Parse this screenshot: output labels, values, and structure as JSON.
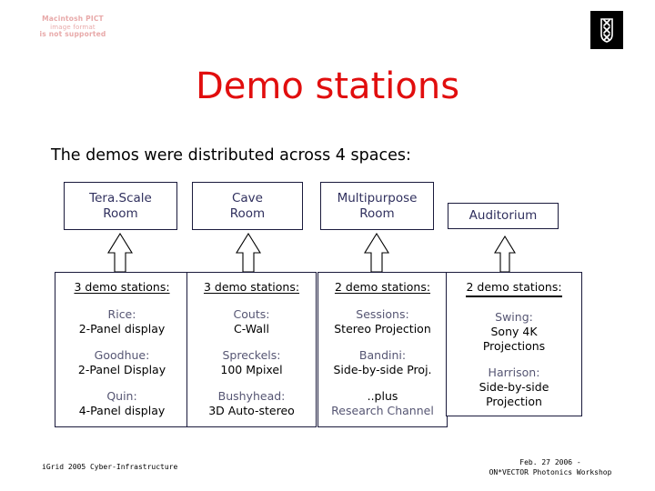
{
  "slide": {
    "title": "Demo stations",
    "title_color": "#e10e0e",
    "intro": "The demos were distributed across 4 spaces:",
    "background": "#ffffff"
  },
  "placeholder": {
    "line1": "Macintosh PICT",
    "line2": "image format",
    "line3": "is not supported",
    "color": "#e8a9a9"
  },
  "logo": {
    "name": "university-of-amsterdam-logo",
    "background": "#000000",
    "mark_color": "#ffffff"
  },
  "rooms": [
    {
      "line1": "Tera.Scale",
      "line2": "Room"
    },
    {
      "line1": "Cave",
      "line2": "Room"
    },
    {
      "line1": "Multipurpose",
      "line2": "Room"
    },
    {
      "line1": "Auditorium",
      "line2": ""
    }
  ],
  "columns": [
    {
      "header": "3 demo stations:",
      "stations": [
        {
          "name": "Rice:",
          "desc": "2-Panel display"
        },
        {
          "name": "Goodhue:",
          "desc": "2-Panel Display"
        },
        {
          "name": "Quin:",
          "desc": "4-Panel display"
        }
      ]
    },
    {
      "header": "3 demo stations:",
      "stations": [
        {
          "name": "Couts:",
          "desc": "C-Wall"
        },
        {
          "name": "Spreckels:",
          "desc": "100 Mpixel"
        },
        {
          "name": "Bushyhead:",
          "desc": "3D Auto-stereo"
        }
      ]
    },
    {
      "header": "2 demo stations:",
      "stations": [
        {
          "name": "Sessions:",
          "desc": "Stereo Projection"
        },
        {
          "name": "Bandini:",
          "desc": "Side-by-side Proj."
        },
        {
          "name": "..plus",
          "desc": "Research Channel"
        }
      ]
    },
    {
      "header": "2 demo stations:",
      "stations": [
        {
          "name": "Swing:",
          "desc": "Sony 4K",
          "desc2": "Projections"
        },
        {
          "name": "Harrison:",
          "desc": "Side-by-side",
          "desc2": "Projection"
        }
      ]
    }
  ],
  "footer": {
    "left": "iGrid 2005 Cyber-Infrastructure",
    "right_line1": "Feb. 27 2006 -",
    "right_line2": "ON*VECTOR Photonics Workshop"
  }
}
